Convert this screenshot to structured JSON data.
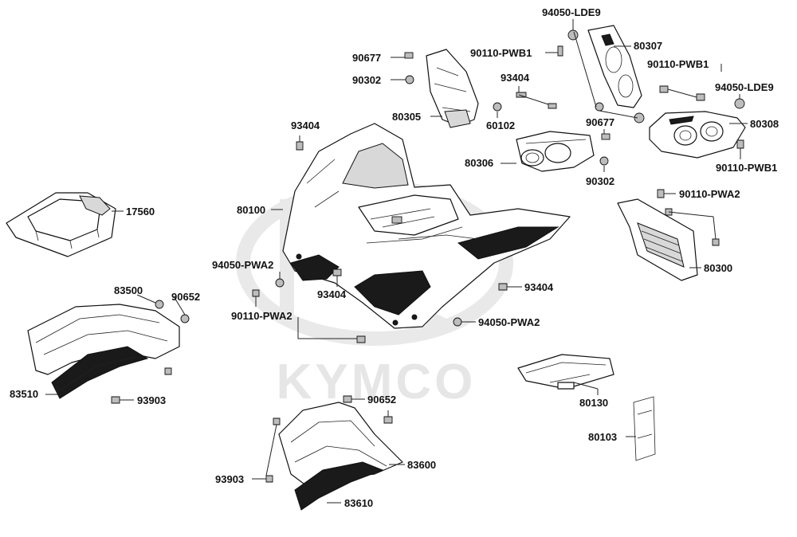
{
  "watermark": {
    "brand": "KYMCO"
  },
  "labels": [
    {
      "id": "l-94050-lde9-top",
      "text": "94050-LDE9"
    },
    {
      "id": "l-80307",
      "text": "80307"
    },
    {
      "id": "l-90677-top",
      "text": "90677"
    },
    {
      "id": "l-90110-pwb1-top",
      "text": "90110-PWB1"
    },
    {
      "id": "l-90110-pwb1-right",
      "text": "90110-PWB1"
    },
    {
      "id": "l-90302-top",
      "text": "90302"
    },
    {
      "id": "l-93404-top",
      "text": "93404"
    },
    {
      "id": "l-94050-lde9-right",
      "text": "94050-LDE9"
    },
    {
      "id": "l-80305",
      "text": "80305"
    },
    {
      "id": "l-60102",
      "text": "60102"
    },
    {
      "id": "l-90677-mid",
      "text": "90677"
    },
    {
      "id": "l-80308",
      "text": "80308"
    },
    {
      "id": "l-93404-left",
      "text": "93404"
    },
    {
      "id": "l-80306",
      "text": "80306"
    },
    {
      "id": "l-90110-pwb1-bottom",
      "text": "90110-PWB1"
    },
    {
      "id": "l-90302-mid",
      "text": "90302"
    },
    {
      "id": "l-90110-pwa2-right",
      "text": "90110-PWA2"
    },
    {
      "id": "l-17560",
      "text": "17560"
    },
    {
      "id": "l-80100",
      "text": "80100"
    },
    {
      "id": "l-80300",
      "text": "80300"
    },
    {
      "id": "l-94050-pwa2-left",
      "text": "94050-PWA2"
    },
    {
      "id": "l-93404-center",
      "text": "93404"
    },
    {
      "id": "l-93404-right",
      "text": "93404"
    },
    {
      "id": "l-83500",
      "text": "83500"
    },
    {
      "id": "l-90652-left",
      "text": "90652"
    },
    {
      "id": "l-90110-pwa2-left",
      "text": "90110-PWA2"
    },
    {
      "id": "l-94050-pwa2-right",
      "text": "94050-PWA2"
    },
    {
      "id": "l-83510",
      "text": "83510"
    },
    {
      "id": "l-93903-left",
      "text": "93903"
    },
    {
      "id": "l-80130",
      "text": "80130"
    },
    {
      "id": "l-90652-bottom",
      "text": "90652"
    },
    {
      "id": "l-80103",
      "text": "80103"
    },
    {
      "id": "l-83600",
      "text": "83600"
    },
    {
      "id": "l-93903-bottom",
      "text": "93903"
    },
    {
      "id": "l-83610",
      "text": "83610"
    }
  ]
}
